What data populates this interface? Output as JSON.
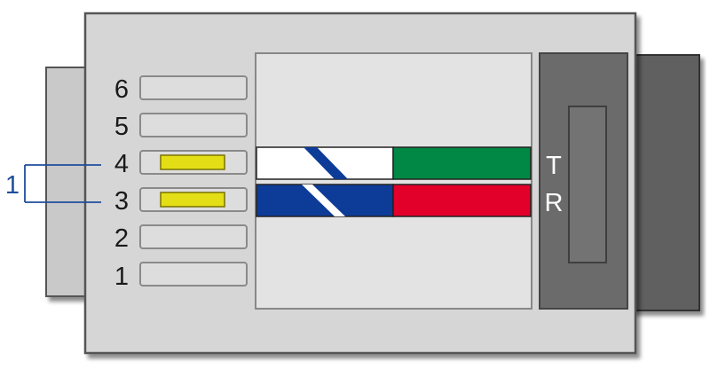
{
  "diagram": {
    "pin_labels": [
      "6",
      "5",
      "4",
      "3",
      "2",
      "1"
    ],
    "active_pins": [
      "4",
      "3"
    ],
    "pair_callout": "1",
    "wire_labels": {
      "tip": "T",
      "ring": "R"
    },
    "colors": {
      "housing": "#d6d6d6",
      "housing_border": "#7a7a7a",
      "cable_gray": "#c9c9c9",
      "latch_dark": "#606060",
      "latch_panel": "#6b6b6b",
      "contact_gold": "#e4de16",
      "wire_white": "#ffffff",
      "wire_blue": "#0d3c98",
      "wire_green": "#008844",
      "wire_red": "#e2002b",
      "callout_blue": "#1f4e9c",
      "wire_channel": "#e3e3e3"
    }
  }
}
